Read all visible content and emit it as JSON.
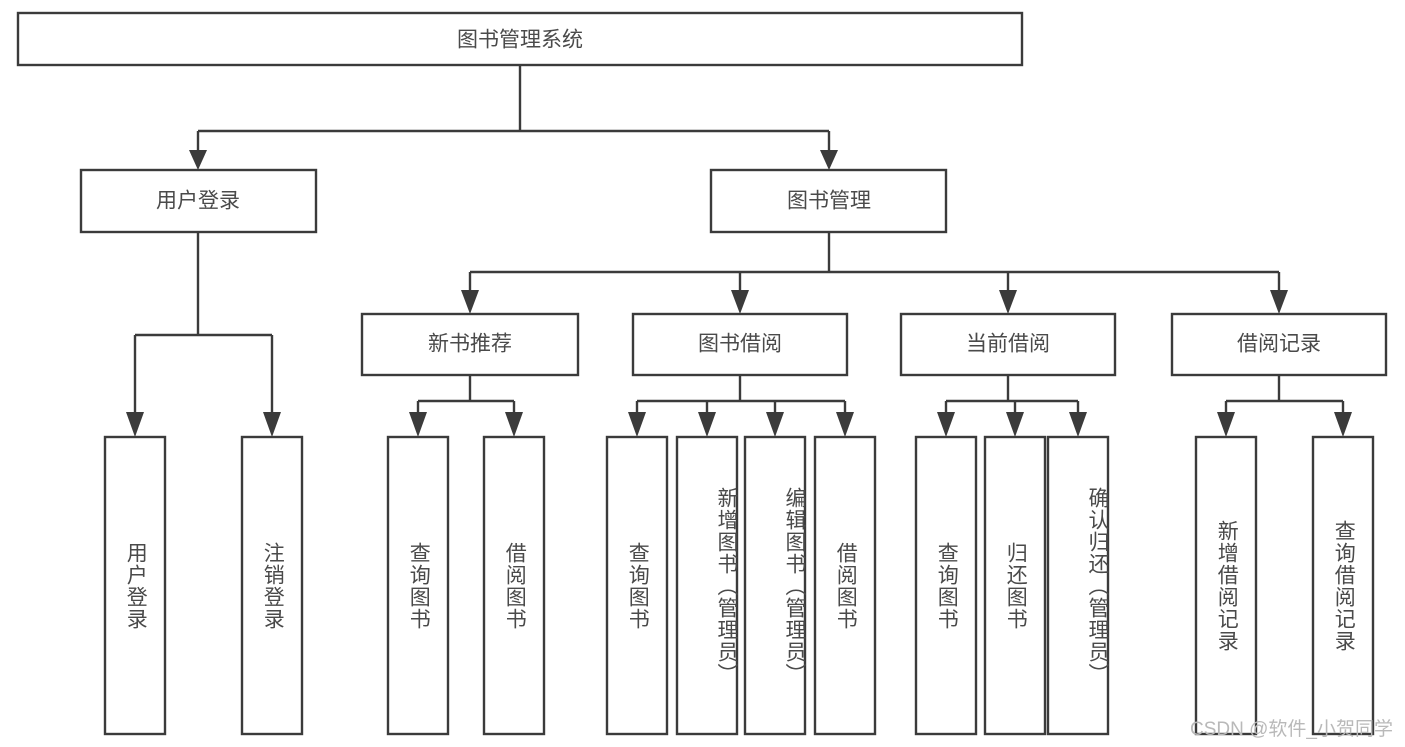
{
  "diagram": {
    "title": "图书管理系统",
    "type": "tree-hierarchy-diagram",
    "colors": {
      "box_stroke": "#3b3b3b",
      "box_fill": "#ffffff",
      "text": "#4a4a4a",
      "background": "#ffffff",
      "watermark": "#b9b9b9"
    },
    "root": {
      "label": "图书管理系统"
    },
    "level2": [
      {
        "label": "用户登录"
      },
      {
        "label": "图书管理"
      }
    ],
    "level3": [
      {
        "label": "新书推荐"
      },
      {
        "label": "图书借阅"
      },
      {
        "label": "当前借阅"
      },
      {
        "label": "借阅记录"
      }
    ],
    "leaves": {
      "user_login": [
        {
          "label": "用户登录"
        },
        {
          "label": "注销登录"
        }
      ],
      "new_book_recommend": [
        {
          "label": "查询图书"
        },
        {
          "label": "借阅图书"
        }
      ],
      "book_borrow": [
        {
          "label": "查询图书"
        },
        {
          "label": "新增图书（管理员）"
        },
        {
          "label": "编辑图书（管理员）"
        },
        {
          "label": "借阅图书"
        }
      ],
      "current_borrow": [
        {
          "label": "查询图书"
        },
        {
          "label": "归还图书"
        },
        {
          "label": "确认归还（管理员）"
        }
      ],
      "borrow_record": [
        {
          "label": "新增借阅记录"
        },
        {
          "label": "查询借阅记录"
        }
      ]
    }
  },
  "watermark": {
    "text": "CSDN @软件_小贺同学"
  }
}
